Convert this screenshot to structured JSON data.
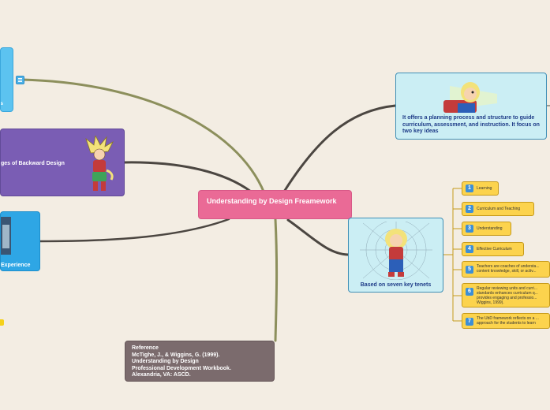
{
  "colors": {
    "background": "#f3ede3",
    "central": "#ea6a96",
    "branch_olive": "#8c8f5c",
    "branch_dark": "#4b4641",
    "tenet_fill": "#fcd34d",
    "tenet_number": "#3d8fd6"
  },
  "central": {
    "title": "Understanding by Design Freamework"
  },
  "left": {
    "top_node": {
      "label": "its",
      "icon": "list-collapse-icon"
    },
    "purple_node": {
      "label": "ges of Backward Design",
      "icon": "cartoon-character-image"
    },
    "blue_node": {
      "label": "Experience",
      "icon": "building-image"
    }
  },
  "reference": {
    "text": "Reference\nMcTighe, J., & Wiggins, G. (1999).\nUnderstanding by Design\nProfessional Development Workbook.\nAlexandria, VA: ASCD."
  },
  "right": {
    "offers_node": {
      "label": "It offers a planning process and structure to guide curriculum, assessment, and instruction. It focus on two key ideas",
      "icon": "superhero-character-image"
    },
    "tenets_node": {
      "label": "Based on seven key tenets",
      "icon": "spider-character-image"
    },
    "tenets": [
      {
        "num": "1",
        "text": "Learning"
      },
      {
        "num": "2",
        "text": "Curriculum and Teaching"
      },
      {
        "num": "3",
        "text": "Understanding"
      },
      {
        "num": "4",
        "text": "Effective Curriculum"
      },
      {
        "num": "5",
        "text": "Teachers are coaches of understa... content knowledge, skill, or activ..."
      },
      {
        "num": "6",
        "text": "Regular reviewing units and curri... standards enhances curriculum q... provides engaging and professio... Wiggins, 1999)."
      },
      {
        "num": "7",
        "text": "The UbD framework reflects on a ... approach for the students to learn"
      }
    ]
  }
}
